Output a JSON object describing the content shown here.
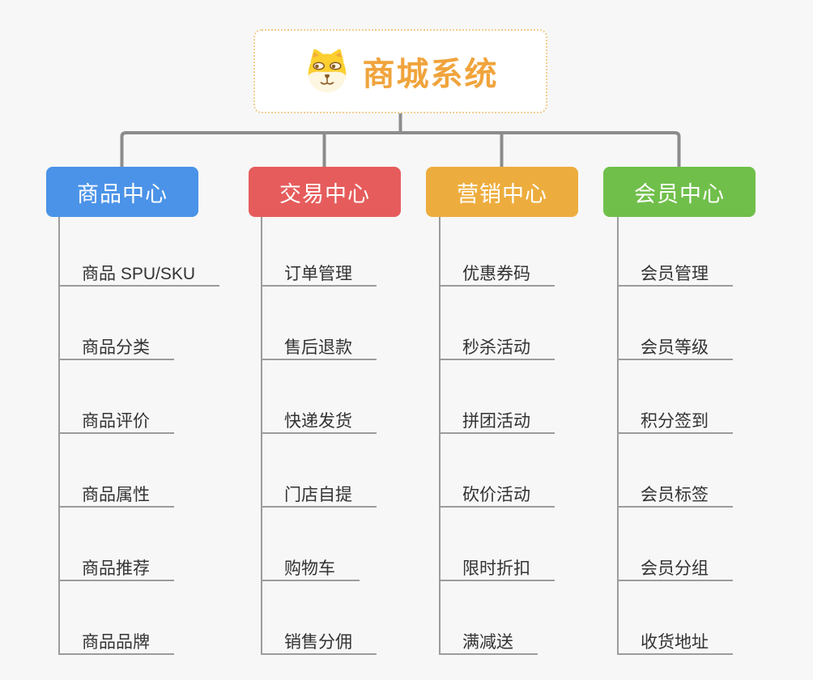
{
  "root": {
    "title": "商城系统",
    "icon": "dog-icon"
  },
  "branches": [
    {
      "label": "商品中心",
      "color": "#4b93e8",
      "children": [
        "商品 SPU/SKU",
        "商品分类",
        "商品评价",
        "商品属性",
        "商品推荐",
        "商品品牌"
      ]
    },
    {
      "label": "交易中心",
      "color": "#e65c5c",
      "children": [
        "订单管理",
        "售后退款",
        "快递发货",
        "门店自提",
        "购物车",
        "销售分佣"
      ]
    },
    {
      "label": "营销中心",
      "color": "#edad3e",
      "children": [
        "优惠券码",
        "秒杀活动",
        "拼团活动",
        "砍价活动",
        "限时折扣",
        "满减送"
      ]
    },
    {
      "label": "会员中心",
      "color": "#70bf4b",
      "children": [
        "会员管理",
        "会员等级",
        "积分签到",
        "会员标签",
        "会员分组",
        "收货地址"
      ]
    }
  ],
  "colors": {
    "background": "#f7f7f7",
    "connector_thick": "#8c8c8c",
    "connector_thin": "#9c9c9c",
    "root_text": "#f0a43c",
    "root_border": "#f3cc8e",
    "child_text": "#333333",
    "node_text": "#ffffff"
  }
}
